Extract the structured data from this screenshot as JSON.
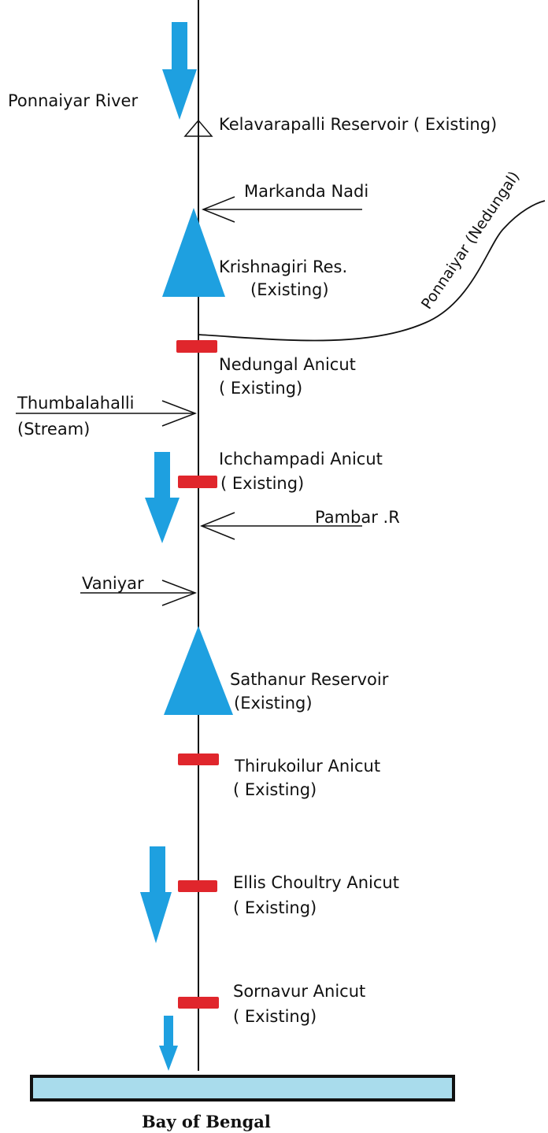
{
  "colors": {
    "river_line": "#111111",
    "flow_arrow": "#1ea0e0",
    "reservoir": "#1ea0e0",
    "anicut": "#e0262c",
    "sea_fill": "#a9dcec",
    "sea_border": "#111111"
  },
  "river": {
    "label": "Ponnaiyar River"
  },
  "structures": {
    "kelavarapalli": {
      "name": "Kelavarapalli Reservoir ( Existing)"
    },
    "krishnagiri": {
      "name": "Krishnagiri Res.",
      "status": "(Existing)"
    },
    "nedungal": {
      "name": "Nedungal Anicut",
      "status": "( Existing)"
    },
    "ichchampadi": {
      "name": "Ichchampadi Anicut",
      "status": "( Existing)"
    },
    "sathanur": {
      "name": "Sathanur Reservoir",
      "status": "(Existing)"
    },
    "thirukoilur": {
      "name": "Thirukoilur Anicut",
      "status": "( Existing)"
    },
    "ellis": {
      "name": "Ellis Choultry Anicut",
      "status": "( Existing)"
    },
    "sornavur": {
      "name": "Sornavur Anicut",
      "status": "( Existing)"
    }
  },
  "tributaries": {
    "markanda": {
      "name": "Markanda Nadi"
    },
    "ponnaiyar_nedungal": {
      "name": "Ponnaiyar (Nedungal)"
    },
    "thumbalahalli": {
      "name": "Thumbalahalli",
      "note": "(Stream)"
    },
    "pambar": {
      "name": "Pambar .R"
    },
    "vaniyar": {
      "name": "Vaniyar"
    }
  },
  "sea": {
    "label": "Bay of Bengal"
  }
}
